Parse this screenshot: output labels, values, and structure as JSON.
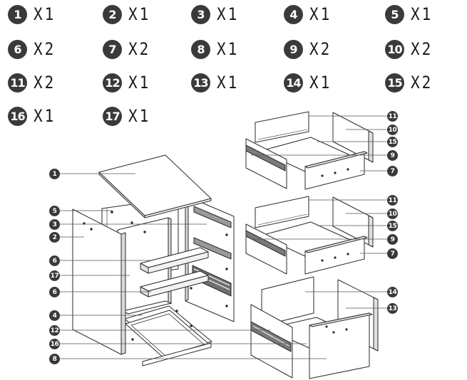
{
  "parts_list": [
    {
      "part": "1",
      "qty": "X1"
    },
    {
      "part": "2",
      "qty": "X1"
    },
    {
      "part": "3",
      "qty": "X1"
    },
    {
      "part": "4",
      "qty": "X1"
    },
    {
      "part": "5",
      "qty": "X1"
    },
    {
      "part": "6",
      "qty": "X2"
    },
    {
      "part": "7",
      "qty": "X2"
    },
    {
      "part": "8",
      "qty": "X1"
    },
    {
      "part": "9",
      "qty": "X2"
    },
    {
      "part": "10",
      "qty": "X2"
    },
    {
      "part": "11",
      "qty": "X2"
    },
    {
      "part": "12",
      "qty": "X1"
    },
    {
      "part": "13",
      "qty": "X1"
    },
    {
      "part": "14",
      "qty": "X1"
    },
    {
      "part": "15",
      "qty": "X2"
    },
    {
      "part": "16",
      "qty": "X1"
    },
    {
      "part": "17",
      "qty": "X1"
    }
  ],
  "callouts": {
    "cabinet": [
      "1",
      "5",
      "3",
      "2",
      "6",
      "17",
      "6",
      "4",
      "12",
      "16",
      "8"
    ],
    "drawer_top": [
      "11",
      "10",
      "15",
      "9",
      "7"
    ],
    "drawer_middle": [
      "11",
      "10",
      "15",
      "9",
      "7"
    ],
    "drawer_bottom": [
      "14",
      "13"
    ]
  }
}
